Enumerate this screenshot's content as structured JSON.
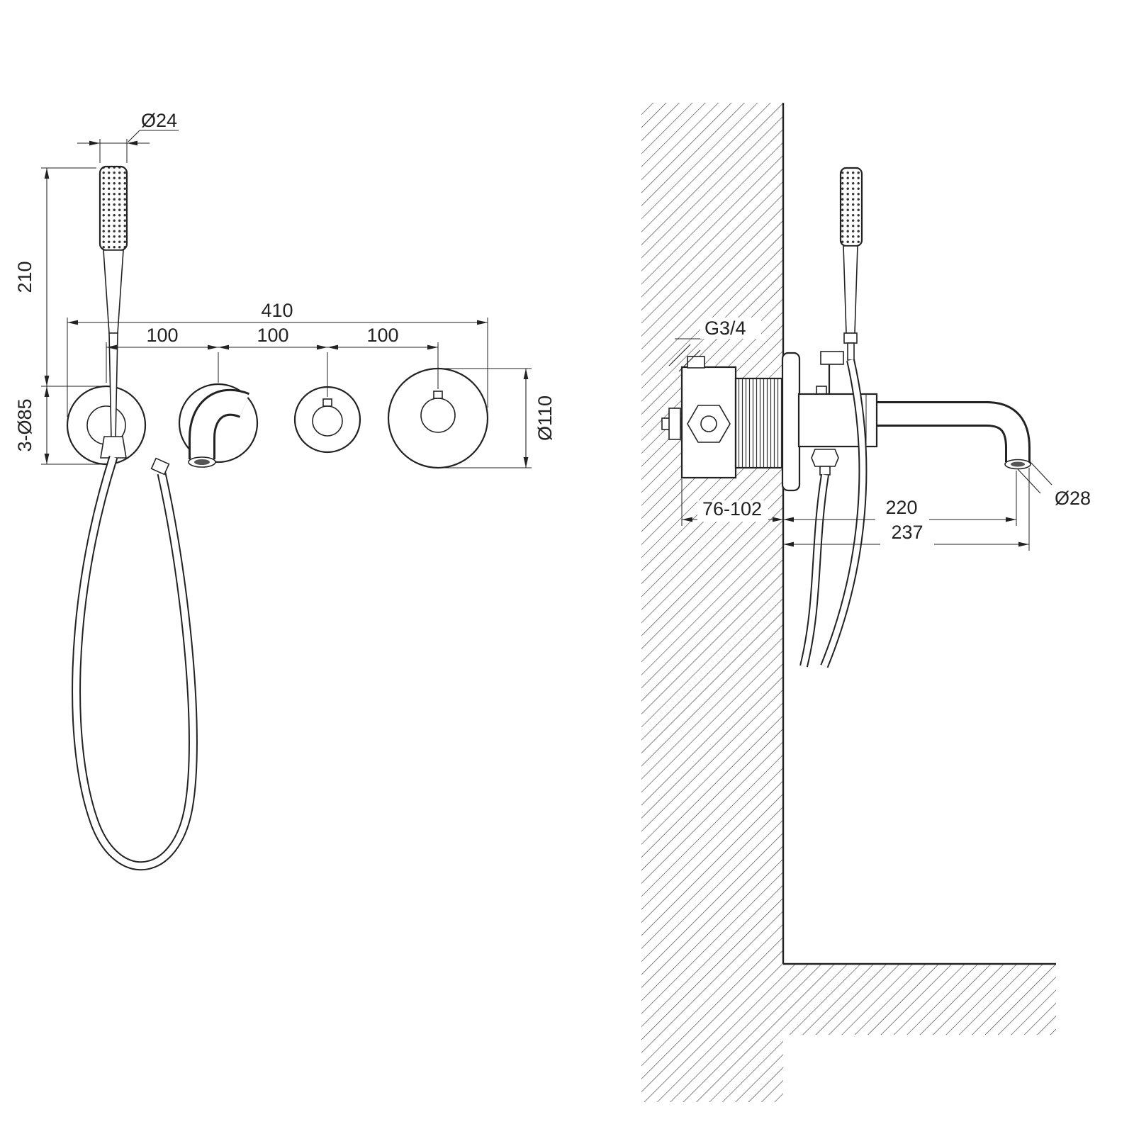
{
  "colors": {
    "background": "#ffffff",
    "line": "#222222"
  },
  "front_view": {
    "dim_handset_diameter": "Ø24",
    "dim_handset_length": "210",
    "dim_escutcheon_diameter": "3-Ø85",
    "dim_overall_width": "410",
    "spacings": [
      "100",
      "100",
      "100"
    ],
    "dim_knob_diameter": "Ø110"
  },
  "side_view": {
    "dim_inlet_thread": "G3/4",
    "dim_recess_depth": "76-102",
    "dim_spout_reach": "220",
    "dim_overall_reach": "237",
    "dim_spout_diameter": "Ø28"
  }
}
